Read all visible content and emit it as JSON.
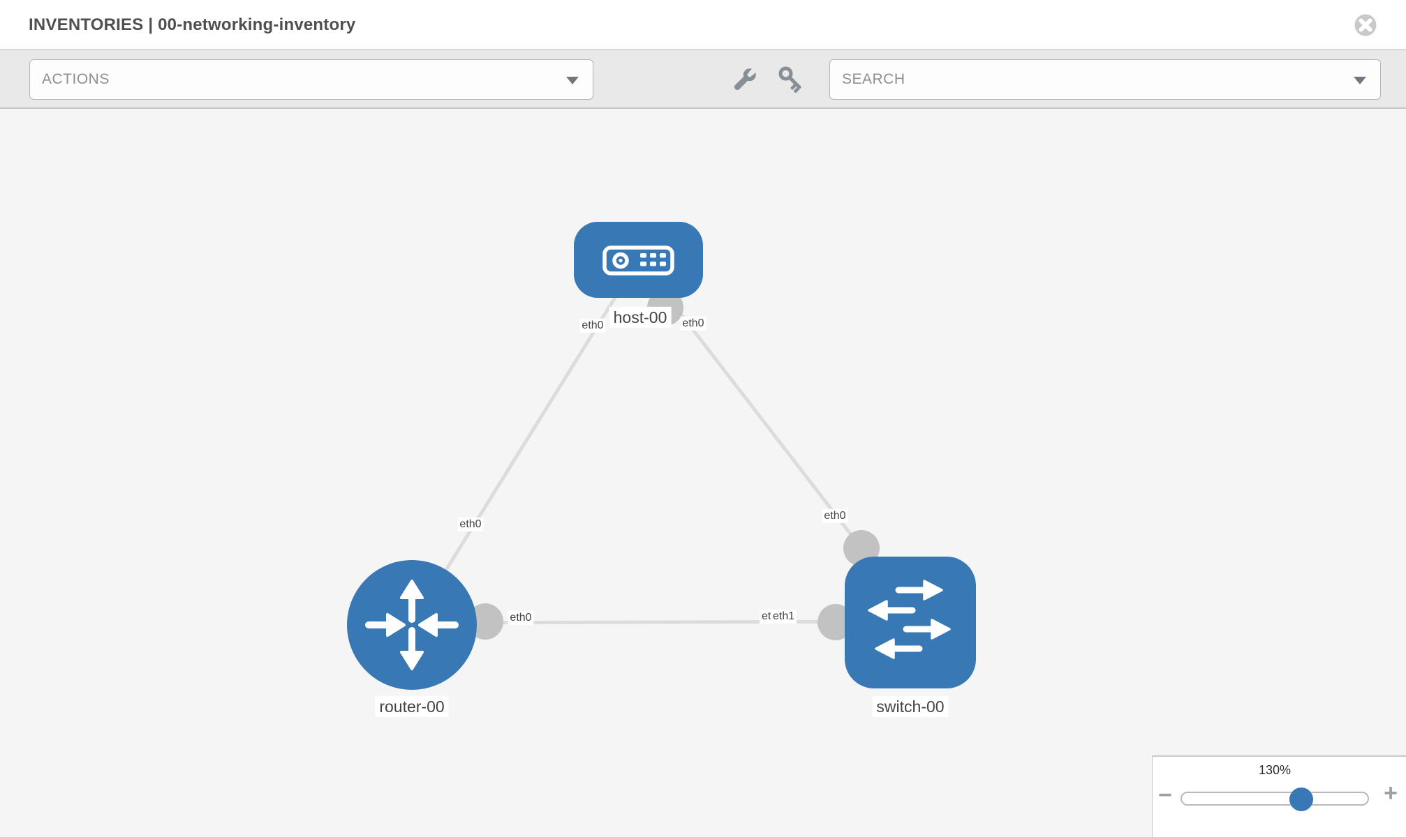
{
  "header": {
    "title": "INVENTORIES | 00-networking-inventory",
    "close_icon": "x-circle"
  },
  "toolbar": {
    "actions_label": "ACTIONS",
    "search_label": "SEARCH",
    "icons": [
      "wrench-icon",
      "key-icon"
    ]
  },
  "topology": {
    "nodes": [
      {
        "id": "host-00",
        "label": "host-00",
        "type": "host",
        "shape": "rounded-rect",
        "icon": "server-icon"
      },
      {
        "id": "router-00",
        "label": "router-00",
        "type": "router",
        "shape": "circle",
        "icon": "router-arrows-icon"
      },
      {
        "id": "switch-00",
        "label": "switch-00",
        "type": "switch",
        "shape": "rounded-square",
        "icon": "switch-arrows-icon"
      }
    ],
    "links": [
      {
        "from": "host-00",
        "to": "router-00",
        "from_interface": "eth0",
        "to_interface": "eth0"
      },
      {
        "from": "host-00",
        "to": "switch-00",
        "from_interface": "eth0",
        "to_interface": "eth0"
      },
      {
        "from": "router-00",
        "to": "switch-00",
        "from_interface": "eth0",
        "to_interface": "eth1"
      }
    ],
    "labels": {
      "host": "host-00",
      "router": "router-00",
      "switch": "switch-00",
      "host_left_if": "eth0",
      "host_right_if": "eth0",
      "router_link_if": "eth0",
      "switch_link_if": "eth0",
      "horiz_router_if": "eth0",
      "horiz_switch_if_back": "eth0",
      "horiz_switch_if_front": "eth1"
    },
    "colors": {
      "node_blue": "#3878b5",
      "link_gray": "#dcdcdc",
      "port_gray": "#c2c2c2",
      "canvas_bg": "#f5f5f5"
    }
  },
  "zoom_control": {
    "level": "130%",
    "minus": "−",
    "plus": "+"
  }
}
